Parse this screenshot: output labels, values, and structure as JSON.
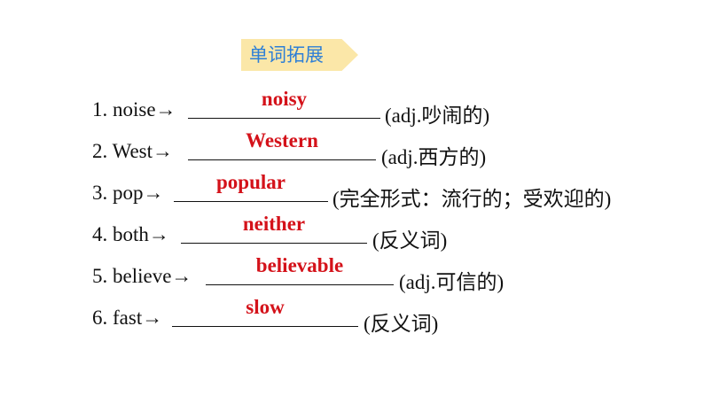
{
  "header": {
    "label": "单词拓展"
  },
  "exercises": [
    {
      "prompt": "1. noise→",
      "answer": "noisy",
      "note": "(adj.吵闹的)"
    },
    {
      "prompt": "2. West→",
      "answer": "Western",
      "note": "(adj.西方的)"
    },
    {
      "prompt": "3. pop→",
      "answer": "popular",
      "note": "(完全形式：流行的；受欢迎的)"
    },
    {
      "prompt": "4. both→",
      "answer": "neither",
      "note": "(反义词)"
    },
    {
      "prompt": "5. believe→",
      "answer": "believable",
      "note": "(adj.可信的)"
    },
    {
      "prompt": "6. fast→",
      "answer": "slow",
      "note": "(反义词)"
    }
  ],
  "colors": {
    "header_bg": "#fbe7a8",
    "header_text": "#2e7fd6",
    "answer_text": "#d4121a"
  }
}
